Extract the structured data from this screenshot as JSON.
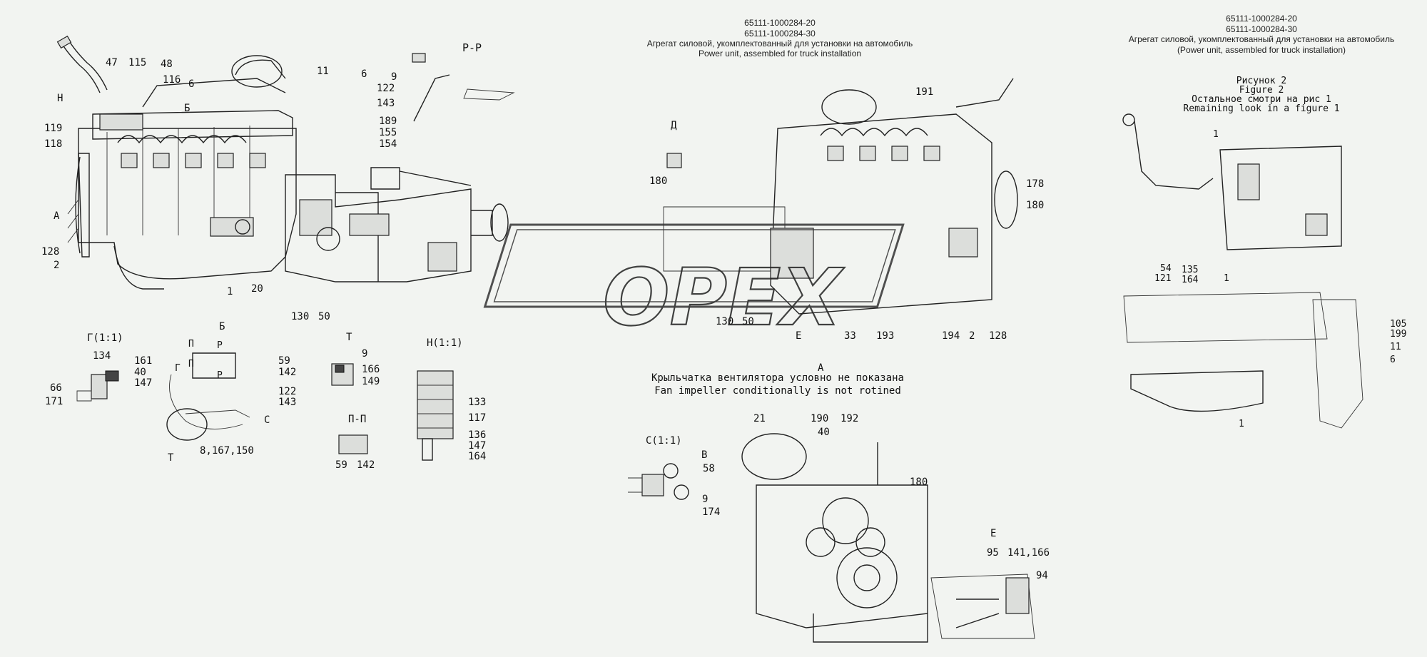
{
  "headers": {
    "center": {
      "code1": "65111-1000284-20",
      "code2": "65111-1000284-30",
      "ru": "Агрегат силовой, укомплектованный для установки на автомобиль",
      "en": "Power unit, assembled for truck installation"
    },
    "right": {
      "code1": "65111-1000284-20",
      "code2": "65111-1000284-30",
      "ru": "Агрегат силовой, укомплектованный для установки на автомобиль",
      "en": "(Power unit, assembled for truck installation)"
    },
    "figure": {
      "ru": "Рисунок 2",
      "en": "Figure 2",
      "note_ru": "Остальное смотри на рис 1",
      "note_en": "Remaining look in a figure 1"
    }
  },
  "notes": {
    "fan_ru": "Крыльчатка вентилятора условно не показана",
    "fan_en": "Fan impeller conditionally is not rotined"
  },
  "watermark": "OPEX",
  "views": {
    "pp_top": "Р-Р",
    "g_detail": "Г(1:1)",
    "b_detail": "Б",
    "t_detail": "Т",
    "n_detail": "Н(1:1)",
    "pp_detail": "П-П",
    "c_detail": "С(1:1)",
    "e_detail": "Е",
    "d_marker": "Д"
  },
  "callouts": {
    "main": [
      "47",
      "115",
      "48",
      "116",
      "6",
      "Н",
      "Б",
      "119",
      "118",
      "11",
      "6",
      "9",
      "122",
      "143",
      "189",
      "155",
      "154",
      "А",
      "128",
      "2",
      "1",
      "20",
      "130",
      "50"
    ],
    "center": [
      "191",
      "178",
      "180",
      "180",
      "130",
      "50",
      "Е",
      "33",
      "193",
      "194",
      "2",
      "128",
      "А"
    ],
    "g": [
      "134",
      "161",
      "40",
      "147",
      "66",
      "171"
    ],
    "b": [
      "П",
      "Р",
      "Г",
      "П",
      "Р",
      "59",
      "142",
      "122",
      "143",
      "С",
      "8,167,150",
      "Т"
    ],
    "t": [
      "9",
      "166",
      "149"
    ],
    "n": [
      "133",
      "117",
      "136",
      "147",
      "164"
    ],
    "pp": [
      "59",
      "142"
    ],
    "c": [
      "В",
      "58",
      "9",
      "174"
    ],
    "front": [
      "21",
      "190",
      "40",
      "192",
      "180"
    ],
    "e": [
      "95",
      "141,166",
      "94"
    ],
    "right": [
      "1",
      "54",
      "135",
      "121",
      "164",
      "1",
      "105",
      "199",
      "11",
      "6",
      "1"
    ]
  }
}
